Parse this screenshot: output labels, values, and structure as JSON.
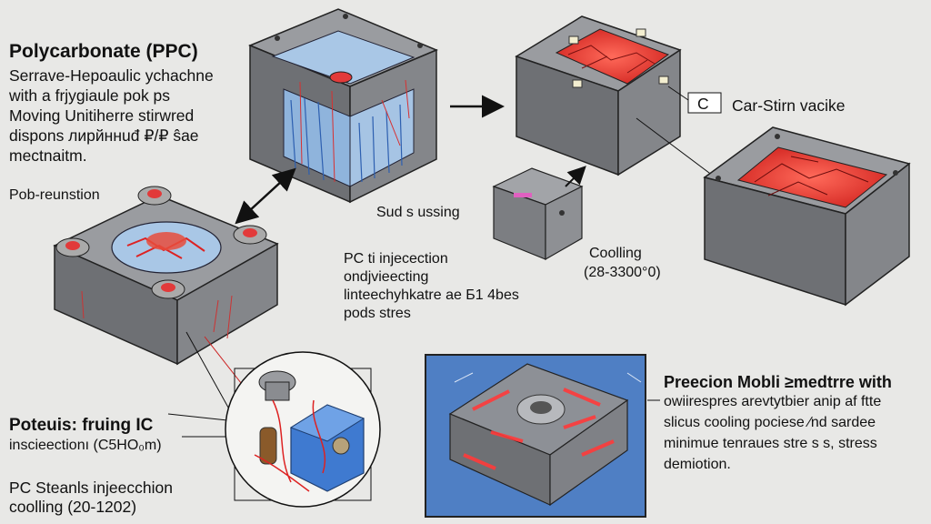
{
  "left_intro": {
    "title": "Polycarbonate (PPC)",
    "lines": [
      "Serrave-Hepoaulic ychachne",
      "with a frjygiaule pok ps",
      "Moving Unitiherre stirwred",
      "dispons лирйннuđ ₽/₽ ŝae",
      "mectnaitm."
    ]
  },
  "left_label": "Pob-reunstion",
  "center_label": "Sud s ussing",
  "center_text": {
    "lines": [
      "PC ti injecection",
      "ondjvieecting",
      "linteechyhkatre ae Б1 4bes",
      "pods stres"
    ]
  },
  "right_label_c": "C",
  "right_label": "Car-Stirn vacike",
  "cooling_label": {
    "line1": "Coolling",
    "line2": "(28-3300°0)"
  },
  "bottom_left": {
    "title": "Poteuis: fruing IC",
    "subtitle": "inscieectionı (C5HO₀m)",
    "line1": "PC Steanls injeecchion",
    "line2": "coolling (20-1202)"
  },
  "bottom_right": {
    "title": "Preecion Mobli ≥medtrre with",
    "lines": [
      "owiirespres arevtytbier anip af ftte",
      "slicus cooling pociese ∕nd sardee",
      "minimue tenraues stre s s, stress",
      "demiotion."
    ]
  },
  "colors": {
    "background": "#e8e8e6",
    "mold_gray": "#7a7c80",
    "stress_red": "#e23a3a",
    "cooling_blue": "#4a78b8",
    "frame_blue": "#4f7fc4"
  }
}
